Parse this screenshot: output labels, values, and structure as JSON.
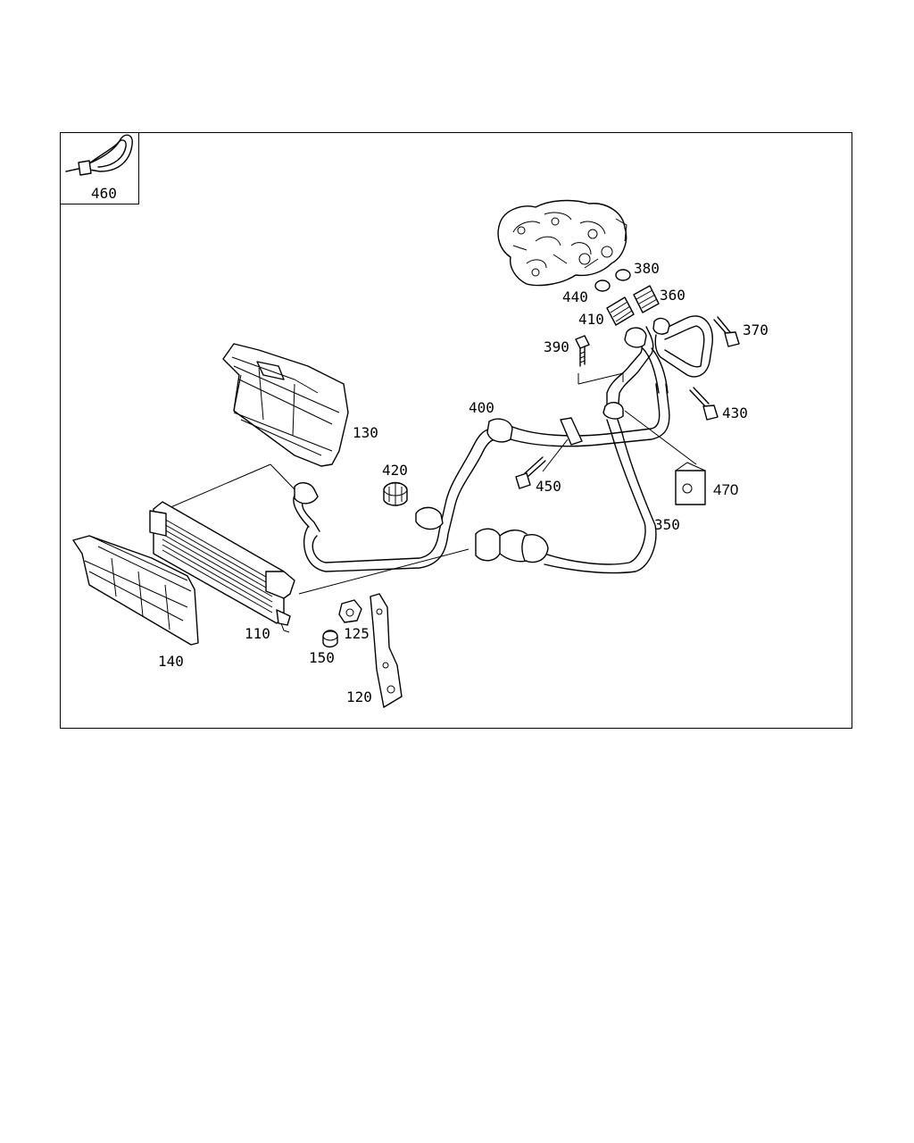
{
  "diagram": {
    "part_labels": {
      "p460": "460",
      "p130": "130",
      "p420": "420",
      "p400": "400",
      "p390": "390",
      "p440": "440",
      "p410": "410",
      "p380": "380",
      "p360": "360",
      "p370": "370",
      "p430": "430",
      "p450": "450",
      "p470": "470",
      "p350": "350",
      "p110": "110",
      "p125": "125",
      "p150": "150",
      "p140": "140",
      "p120": "120"
    }
  }
}
